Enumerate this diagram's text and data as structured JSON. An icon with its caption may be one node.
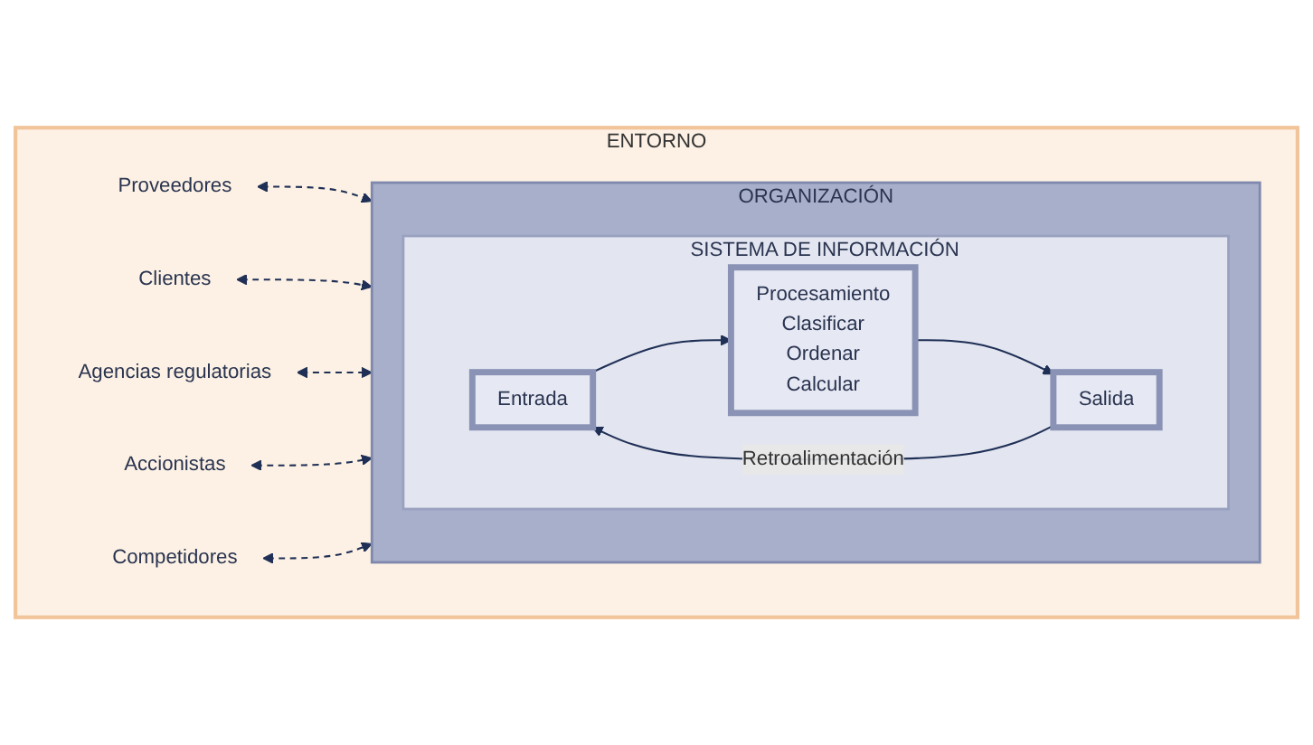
{
  "diagram": {
    "nodes": [
      {
        "text": [
          "ENTORNO"
        ]
      },
      {
        "text": [
          "Proveedores"
        ],
        "in": 0
      },
      {
        "text": [
          "Clientes"
        ],
        "in": 0
      },
      {
        "text": [
          "ORGANIZACIÓN"
        ],
        "in": 0
      },
      {
        "text": [
          "SISTEMA DE INFORMACIÓN"
        ],
        "in": 3
      },
      {
        "text": [
          "Entrada"
        ],
        "in": 4
      },
      {
        "text": [
          "Procesamiento",
          "Clasificar",
          "Ordenar",
          "Calcular"
        ],
        "in": 4
      },
      {
        "text": [
          "Salida"
        ],
        "in": 4
      },
      {
        "text": [
          "Agencias regulatorias"
        ],
        "in": 0
      },
      {
        "text": [
          "Accionistas"
        ],
        "in": 0
      },
      {
        "text": [
          "Competidores"
        ],
        "in": 0
      }
    ],
    "edges": [
      {
        "from": 1,
        "to": 3,
        "arrow": "both",
        "style": "dashed"
      },
      {
        "from": 2,
        "to": 3,
        "arrow": "both",
        "style": "dashed"
      },
      {
        "from": 5,
        "to": 6,
        "arrow": "to"
      },
      {
        "from": 6,
        "to": 7,
        "arrow": "to"
      },
      {
        "from": 7,
        "to": 5,
        "arrow": "to",
        "label": "Retroalimentación"
      },
      {
        "from": 8,
        "to": 3,
        "arrow": "both",
        "style": "dashed"
      },
      {
        "from": 9,
        "to": 3,
        "arrow": "both",
        "style": "dashed"
      },
      {
        "from": 10,
        "to": 3,
        "arrow": "both",
        "style": "dashed"
      }
    ]
  }
}
